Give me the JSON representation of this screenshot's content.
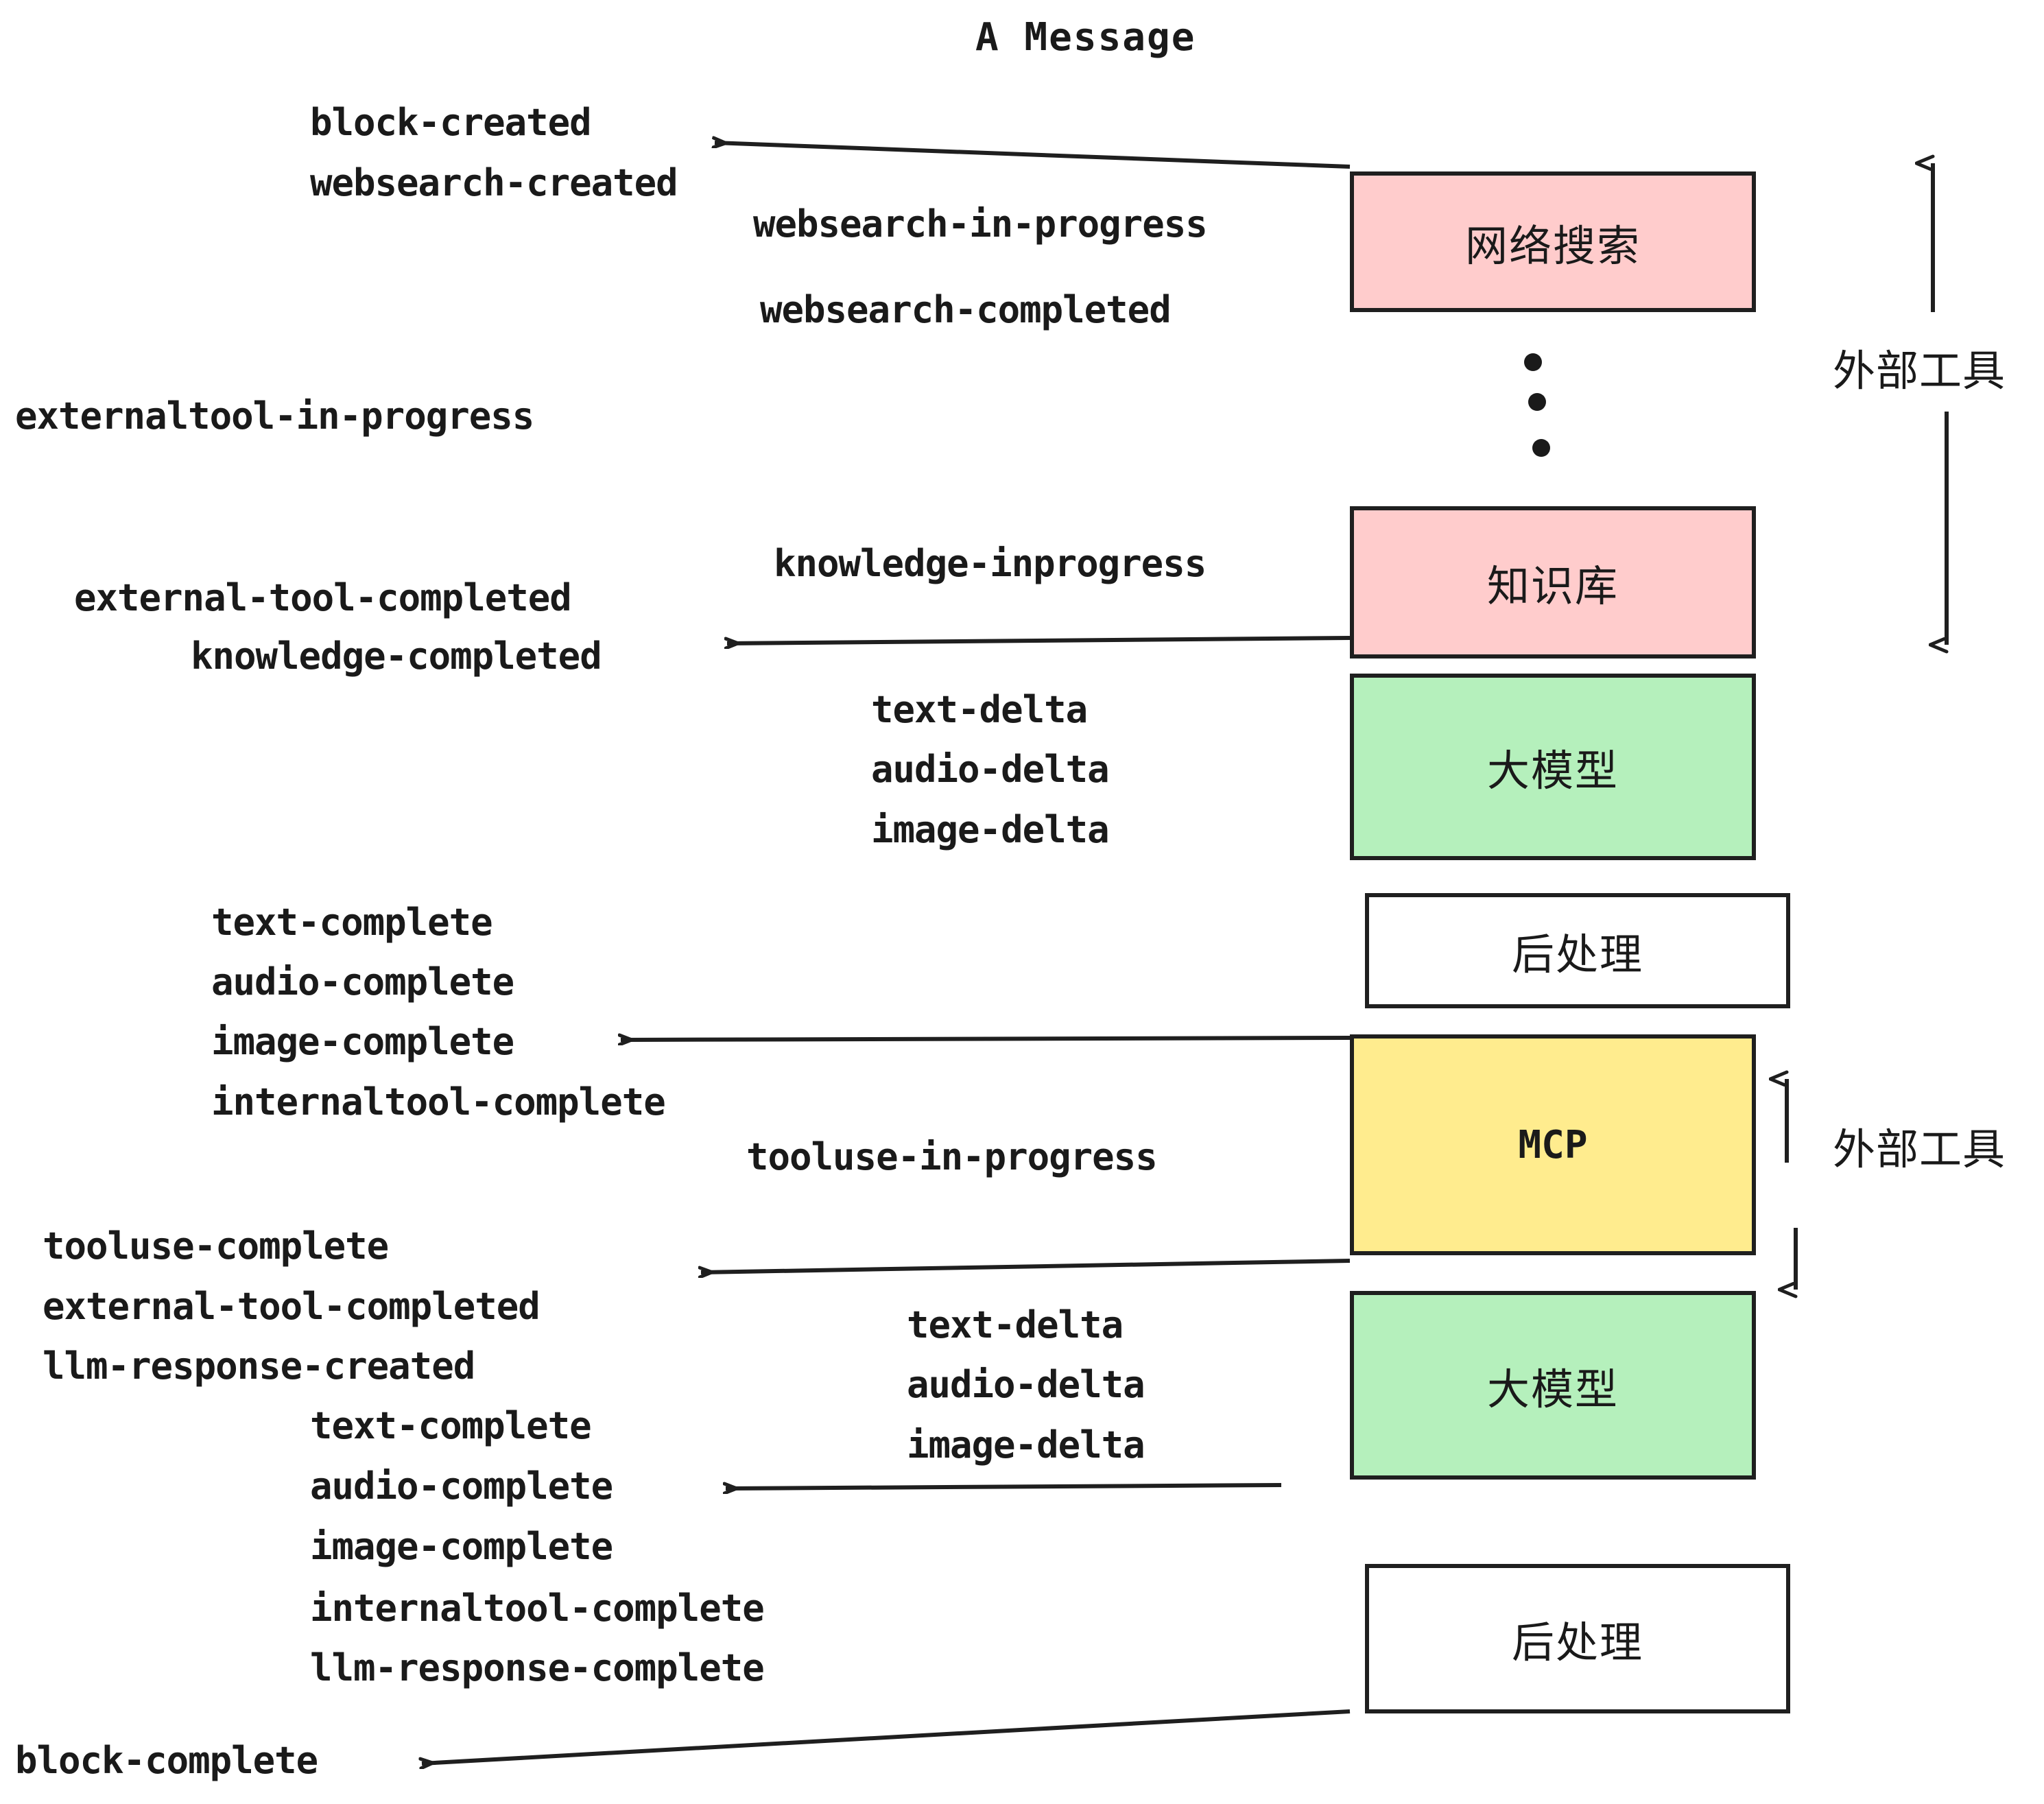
{
  "title": "A Message",
  "colors": {
    "stroke": "#1f1f1f",
    "text": "#1a1a1a",
    "pink": "#ffcccc",
    "green": "#b5f0bc",
    "yellow": "#ffec8e",
    "white": "#ffffff",
    "background": "#ffffff"
  },
  "nodes": [
    {
      "id": "websearch",
      "label": "网络搜索",
      "fill": "pink",
      "kind": "cjk"
    },
    {
      "id": "knowledge",
      "label": "知识库",
      "fill": "pink",
      "kind": "cjk"
    },
    {
      "id": "llm-1",
      "label": "大模型",
      "fill": "green",
      "kind": "cjk"
    },
    {
      "id": "postprocess-1",
      "label": "后处理",
      "fill": "white",
      "kind": "cjk"
    },
    {
      "id": "mcp",
      "label": "MCP",
      "fill": "yellow",
      "kind": "latin"
    },
    {
      "id": "llm-2",
      "label": "大模型",
      "fill": "green",
      "kind": "cjk"
    },
    {
      "id": "postprocess-2",
      "label": "后处理",
      "fill": "white",
      "kind": "cjk"
    }
  ],
  "group_labels": [
    {
      "id": "external-tool-top",
      "label": "外部工具"
    },
    {
      "id": "external-tool-bottom",
      "label": "外部工具"
    }
  ],
  "events": [
    {
      "id": "e01",
      "text": "block-created"
    },
    {
      "id": "e02",
      "text": "websearch-created"
    },
    {
      "id": "e03",
      "text": "websearch-in-progress"
    },
    {
      "id": "e04",
      "text": "websearch-completed"
    },
    {
      "id": "e05",
      "text": "externaltool-in-progress"
    },
    {
      "id": "e06",
      "text": "knowledge-inprogress"
    },
    {
      "id": "e07",
      "text": "external-tool-completed"
    },
    {
      "id": "e08",
      "text": "knowledge-completed"
    },
    {
      "id": "e09",
      "text": "text-delta"
    },
    {
      "id": "e10",
      "text": "audio-delta"
    },
    {
      "id": "e11",
      "text": "image-delta"
    },
    {
      "id": "e12",
      "text": "text-complete"
    },
    {
      "id": "e13",
      "text": "audio-complete"
    },
    {
      "id": "e14",
      "text": "image-complete"
    },
    {
      "id": "e15",
      "text": "internaltool-complete"
    },
    {
      "id": "e16",
      "text": "tooluse-in-progress"
    },
    {
      "id": "e17",
      "text": "tooluse-complete"
    },
    {
      "id": "e18",
      "text": "external-tool-completed"
    },
    {
      "id": "e19",
      "text": "llm-response-created"
    },
    {
      "id": "e20",
      "text": "text-delta"
    },
    {
      "id": "e21",
      "text": "audio-delta"
    },
    {
      "id": "e22",
      "text": "image-delta"
    },
    {
      "id": "e23",
      "text": "text-complete"
    },
    {
      "id": "e24",
      "text": "audio-complete"
    },
    {
      "id": "e25",
      "text": "image-complete"
    },
    {
      "id": "e26",
      "text": "internaltool-complete"
    },
    {
      "id": "e27",
      "text": "llm-response-complete"
    },
    {
      "id": "e28",
      "text": "block-complete"
    }
  ]
}
